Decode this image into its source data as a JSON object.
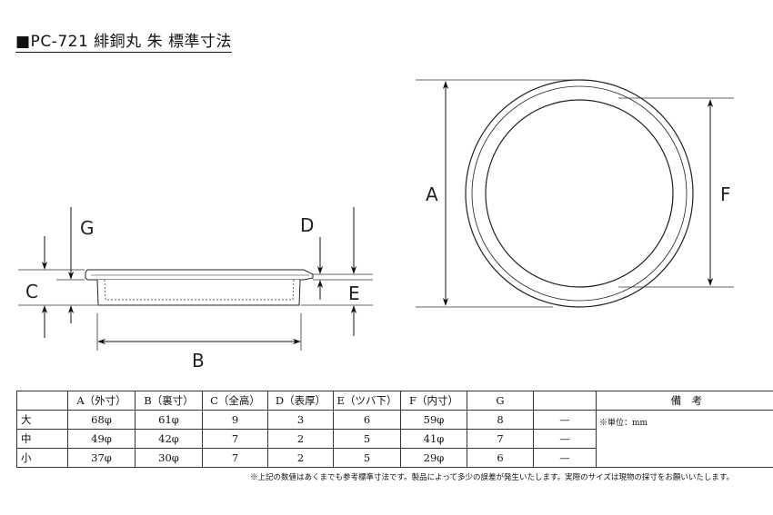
{
  "title": "■PC-721 緋銅丸 朱 標準寸法",
  "labels": {
    "A": "A",
    "B": "B",
    "C": "C",
    "D": "D",
    "E": "E",
    "F": "F",
    "G": "G"
  },
  "table": {
    "headers": [
      "",
      "A（外寸）",
      "B（裏寸）",
      "C（全高）",
      "D（表厚）",
      "E（ツバ下）",
      "F（内寸）",
      "G",
      "",
      "備　考"
    ],
    "rows": [
      {
        "name": "大",
        "cells": [
          "68φ",
          "61φ",
          "9",
          "3",
          "6",
          "59φ",
          "8",
          "—"
        ]
      },
      {
        "name": "中",
        "cells": [
          "49φ",
          "42φ",
          "7",
          "2",
          "5",
          "41φ",
          "7",
          "—"
        ]
      },
      {
        "name": "小",
        "cells": [
          "37φ",
          "30φ",
          "7",
          "2",
          "5",
          "29φ",
          "6",
          "—"
        ]
      }
    ],
    "note": "※単位：mm"
  },
  "footnote": "※上記の数値はあくまでも参考標準寸法です。製品によって多少の誤差が発生いたします。実際のサイズは現物の採寸をお願いいたします。"
}
